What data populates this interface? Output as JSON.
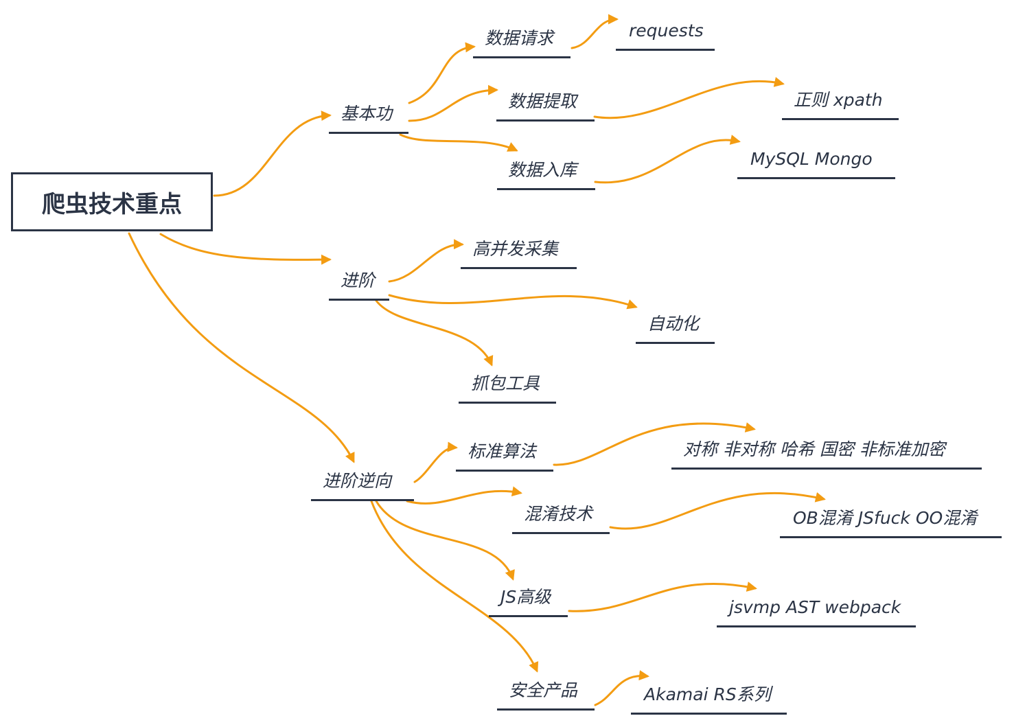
{
  "root": "爬虫技术重点",
  "branches": {
    "basic": {
      "label": "基本功",
      "children": [
        {
          "label": "数据请求",
          "detail": "requests"
        },
        {
          "label": "数据提取",
          "detail": "正则 xpath"
        },
        {
          "label": "数据入库",
          "detail": "MySQL Mongo"
        }
      ]
    },
    "advanced": {
      "label": "进阶",
      "children": [
        {
          "label": "高并发采集"
        },
        {
          "label": "自动化"
        },
        {
          "label": "抓包工具"
        }
      ]
    },
    "reverse": {
      "label": "进阶逆向",
      "children": [
        {
          "label": "标准算法",
          "detail": "对称 非对称  哈希 国密 非标准加密"
        },
        {
          "label": "混淆技术",
          "detail": "OB混淆 JSfuck OO混淆"
        },
        {
          "label": "JS高级",
          "detail": "jsvmp AST webpack"
        },
        {
          "label": "安全产品",
          "detail": "Akamai RS系列"
        }
      ]
    }
  },
  "colors": {
    "edge": "#f39c12",
    "text": "#2b3445",
    "underline": "#2b3445"
  }
}
